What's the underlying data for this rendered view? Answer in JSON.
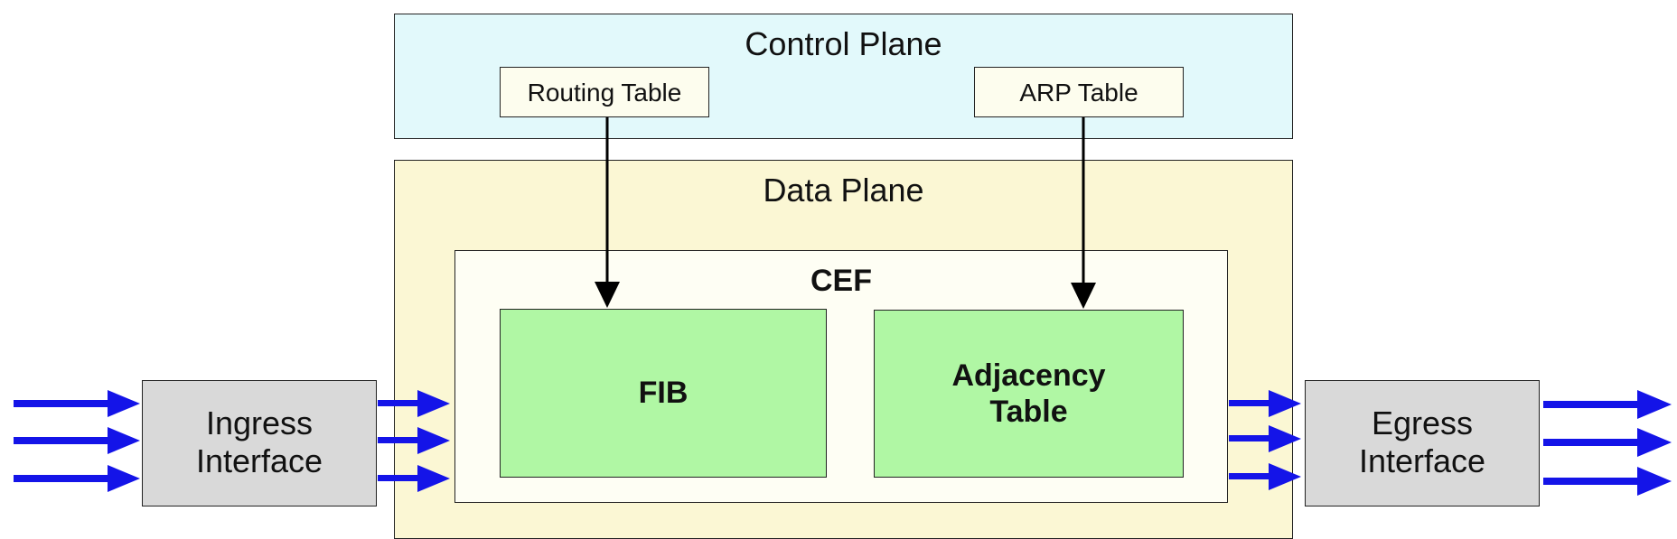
{
  "control_plane": {
    "title": "Control Plane",
    "routing_table": "Routing Table",
    "arp_table": "ARP Table"
  },
  "data_plane": {
    "title": "Data Plane",
    "cef": {
      "title": "CEF",
      "fib": "FIB",
      "adjacency_line1": "Adjacency",
      "adjacency_line2": "Table"
    }
  },
  "ingress": {
    "line1": "Ingress",
    "line2": "Interface"
  },
  "egress": {
    "line1": "Egress",
    "line2": "Interface"
  },
  "colors": {
    "control_plane_bg": "#e2f9fb",
    "data_plane_bg": "#fbf7d4",
    "cef_bg": "#fefef4",
    "table_bg": "#b0f7a4",
    "interface_bg": "#d9d9d9",
    "packet_arrow": "#1414e8",
    "lookup_arrow": "#000000"
  }
}
